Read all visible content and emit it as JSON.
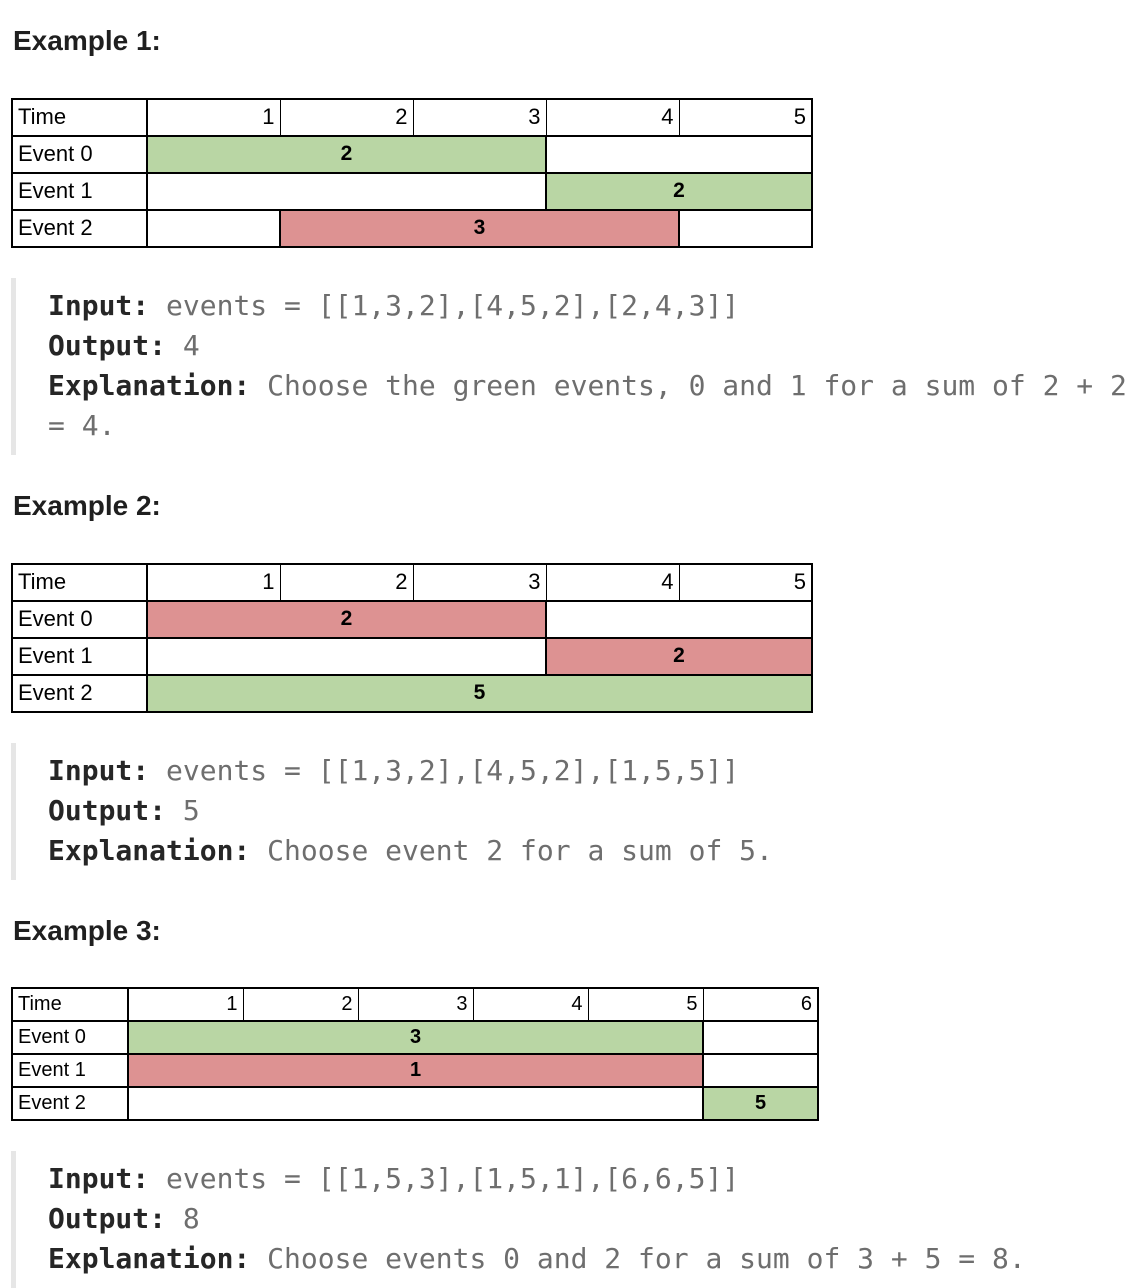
{
  "colors": {
    "green": "#b9d6a4",
    "red": "#dd9292",
    "table_border": "#000000",
    "quote_bar": "#e6e6e6",
    "code_label_text": "#262626",
    "code_muted_text": "#6e6e6e",
    "heading_text": "#1f1f1f"
  },
  "examples": [
    {
      "heading": "Example 1:",
      "table": {
        "time_header_label": "Time",
        "time_labels": [
          "1",
          "2",
          "3",
          "4",
          "5"
        ],
        "rows": [
          {
            "label": "Event 0",
            "bar": {
              "start": 1,
              "end": 3,
              "color": "green",
              "value": "2"
            }
          },
          {
            "label": "Event 1",
            "bar": {
              "start": 4,
              "end": 5,
              "color": "green",
              "value": "2"
            }
          },
          {
            "label": "Event 2",
            "bar": {
              "start": 2,
              "end": 4,
              "color": "red",
              "value": "3"
            }
          }
        ]
      },
      "io": {
        "input_label": "Input:",
        "input_value": " events = [[1,3,2],[4,5,2],[2,4,3]]",
        "output_label": "Output:",
        "output_value": " 4",
        "explanation_label": "Explanation:",
        "explanation_value": " Choose the green events, 0 and 1 for a sum of 2 + 2 = 4."
      }
    },
    {
      "heading": "Example 2:",
      "table": {
        "time_header_label": "Time",
        "time_labels": [
          "1",
          "2",
          "3",
          "4",
          "5"
        ],
        "rows": [
          {
            "label": "Event 0",
            "bar": {
              "start": 1,
              "end": 3,
              "color": "red",
              "value": "2"
            }
          },
          {
            "label": "Event 1",
            "bar": {
              "start": 4,
              "end": 5,
              "color": "red",
              "value": "2"
            }
          },
          {
            "label": "Event 2",
            "bar": {
              "start": 1,
              "end": 5,
              "color": "green",
              "value": "5"
            }
          }
        ]
      },
      "io": {
        "input_label": "Input:",
        "input_value": " events = [[1,3,2],[4,5,2],[1,5,5]]",
        "output_label": "Output:",
        "output_value": " 5",
        "explanation_label": "Explanation:",
        "explanation_value": " Choose event 2 for a sum of 5."
      }
    },
    {
      "heading": "Example 3:",
      "table": {
        "time_header_label": "Time",
        "time_labels": [
          "1",
          "2",
          "3",
          "4",
          "5",
          "6"
        ],
        "rows": [
          {
            "label": "Event 0",
            "bar": {
              "start": 1,
              "end": 5,
              "color": "green",
              "value": "3"
            }
          },
          {
            "label": "Event 1",
            "bar": {
              "start": 1,
              "end": 5,
              "color": "red",
              "value": "1"
            }
          },
          {
            "label": "Event 2",
            "bar": {
              "start": 6,
              "end": 6,
              "color": "green",
              "value": "5"
            }
          }
        ]
      },
      "io": {
        "input_label": "Input:",
        "input_value": " events = [[1,5,3],[1,5,1],[6,6,5]]",
        "output_label": "Output:",
        "output_value": " 8",
        "explanation_label": "Explanation:",
        "explanation_value": " Choose events 0 and 2 for a sum of 3 + 5 = 8."
      }
    }
  ]
}
